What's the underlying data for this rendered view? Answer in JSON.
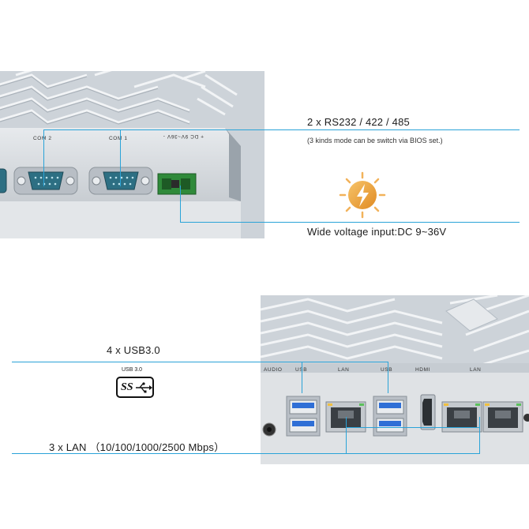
{
  "top": {
    "com_labels": [
      "COM 2",
      "COM 1"
    ],
    "dc_label": "+ DC 9V~36V -",
    "serial_title": "2 x RS232 / 422 / 485",
    "serial_note": "(3 kinds mode can be switch via BIOS set.)",
    "power_title": "Wide voltage input:DC 9~36V",
    "power_icon": "lightning-bolt-icon"
  },
  "bottom": {
    "port_labels": [
      "AUDIO",
      "USB",
      "LAN",
      "USB",
      "HDMI",
      "LAN"
    ],
    "usb_title": "4 x USB3.0",
    "usb_badge": "USB 3.0",
    "usb_logo": "SS",
    "lan_title": "3 x LAN （10/100/1000/2500 Mbps）"
  },
  "colors": {
    "callout_line": "#2aa3d8",
    "chassis": "#c9cfd6",
    "usb_blue": "#2f6fd6",
    "power_orange": "#f2a33a"
  }
}
